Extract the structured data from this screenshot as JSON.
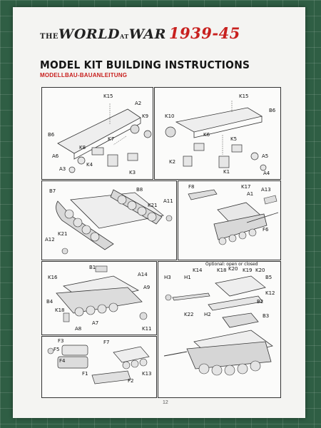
{
  "header": {
    "brand_part1": "THE",
    "brand_part2": "WORLD",
    "brand_part3": "AT",
    "brand_part4": "WAR",
    "brand_years": "1939-45"
  },
  "title": "MODEL KIT BUILDING INSTRUCTIONS",
  "subtitle": "MODELLBAU-BAUANLEITUNG",
  "optional_note": "Optional: open or closed",
  "page_number": "12",
  "steps": {
    "s1": [
      "K15",
      "A2",
      "K9",
      "B6",
      "K8",
      "K7",
      "A6",
      "K4",
      "K3",
      "A3"
    ],
    "s2": [
      "K15",
      "B6",
      "K10",
      "K6",
      "K5",
      "A5",
      "K2",
      "K1",
      "A4"
    ],
    "s3": [
      "B7",
      "B8",
      "K21",
      "A11",
      "A12",
      "K21"
    ],
    "s4": [
      "F8",
      "K17",
      "A1",
      "A13",
      "F6"
    ],
    "s5": [
      "B1",
      "A14",
      "K16",
      "A9",
      "B4",
      "K18",
      "A7",
      "A8",
      "K11"
    ],
    "s6": [
      "H3",
      "H1",
      "K14",
      "K18",
      "K20",
      "K19",
      "K20",
      "B5",
      "K12",
      "B2",
      "K22",
      "H2",
      "B3"
    ],
    "s7": [
      "F3",
      "F7",
      "F5",
      "F4",
      "F1",
      "F2",
      "K13"
    ]
  }
}
